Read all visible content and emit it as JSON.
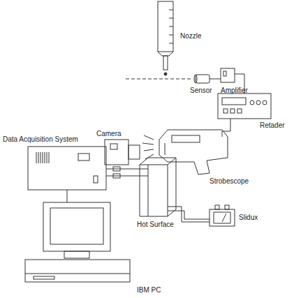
{
  "diagram": {
    "labels": [
      "Nozzle",
      "Sensor",
      "Amplifier",
      "Retader",
      "Camera",
      "Data Acquisition System",
      "Strobescope",
      "Hot Surface",
      "Slidux",
      "IBM PC"
    ]
  }
}
